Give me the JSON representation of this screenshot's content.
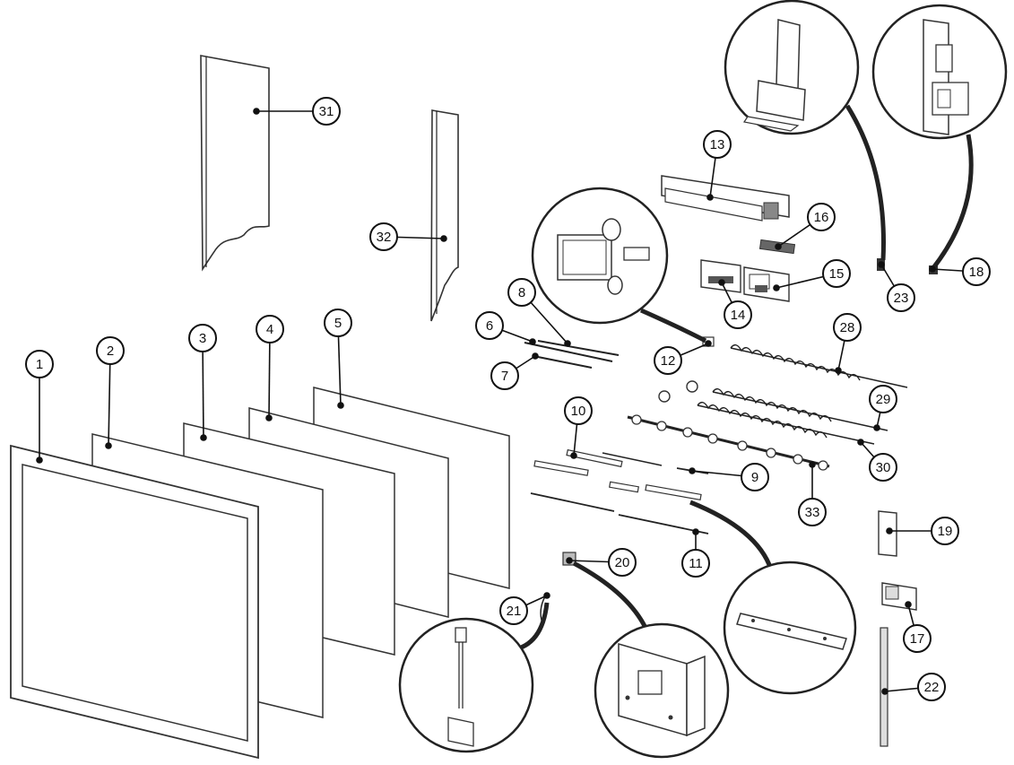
{
  "diagram": {
    "type": "exploded-parts-diagram",
    "callouts": [
      "1",
      "2",
      "3",
      "4",
      "5",
      "6",
      "7",
      "8",
      "9",
      "10",
      "11",
      "12",
      "13",
      "14",
      "15",
      "16",
      "17",
      "18",
      "19",
      "20",
      "21",
      "22",
      "23",
      "28",
      "29",
      "30",
      "31",
      "32",
      "33"
    ]
  }
}
